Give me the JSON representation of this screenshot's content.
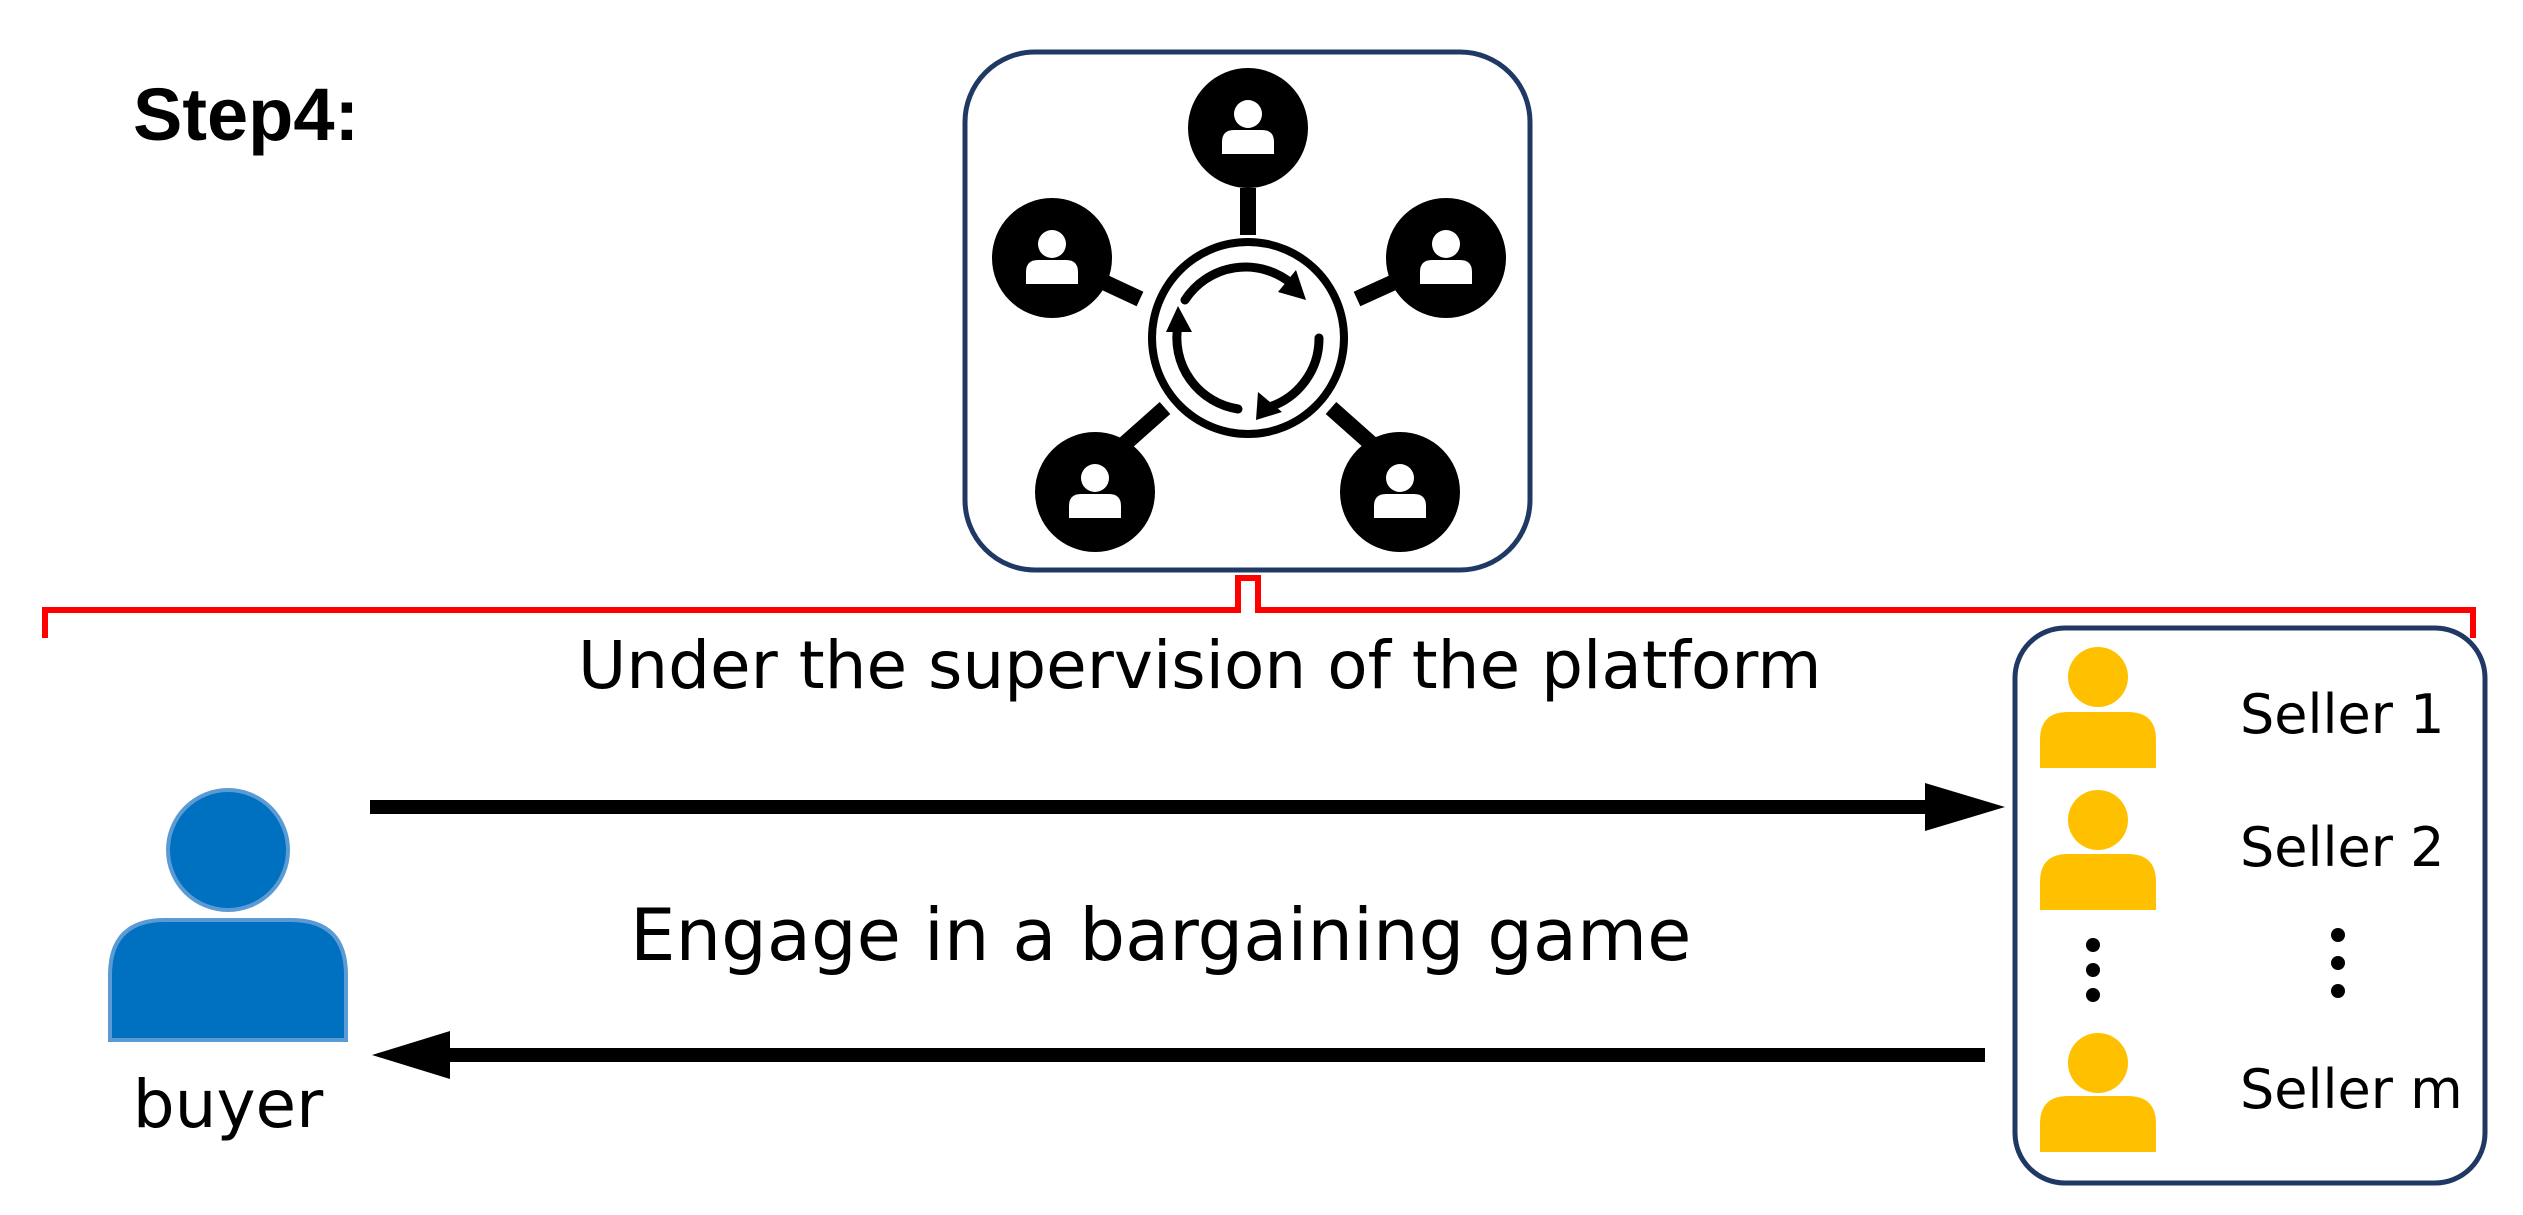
{
  "step_label": "Step4:",
  "platform": {
    "supervision_label": "Under the supervision of the platform",
    "network_icon": "network-sync-icon",
    "member_icon": "person-circle-icon",
    "sync_icon": "circular-arrows-icon"
  },
  "buyer": {
    "label": "buyer",
    "icon": "person-icon",
    "color": "#0070C0",
    "outline_color": "#5B9BD5"
  },
  "sellers": {
    "icon": "person-icon",
    "color": "#FFC000",
    "items": [
      {
        "label": "Seller 1"
      },
      {
        "label": "Seller 2"
      },
      {
        "label": "Seller m"
      }
    ],
    "ellipsis": "⋮"
  },
  "interaction_label": "Engage in a bargaining game",
  "colors": {
    "brace": "#FF0000",
    "box_border": "#1F3864",
    "arrow": "#000000"
  }
}
